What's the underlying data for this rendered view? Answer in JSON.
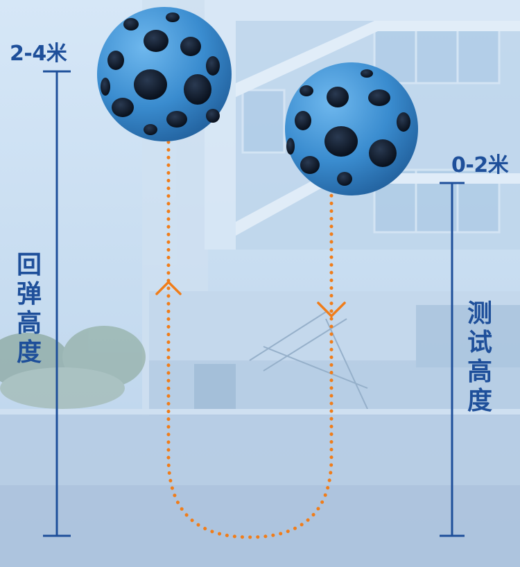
{
  "left_scale": {
    "height_label": "2-4米",
    "vertical_label": [
      "回",
      "弹",
      "高",
      "度"
    ]
  },
  "right_scale": {
    "height_label": "0-2米",
    "vertical_label": [
      "测",
      "试",
      "高",
      "度"
    ]
  },
  "colors": {
    "scale": "#1e4f9a",
    "path": "#f07d1a",
    "ball": "#3c8fd0",
    "crater": "#0c1a2c"
  },
  "balls": [
    {
      "name": "bounced-ball",
      "color": "blue"
    },
    {
      "name": "dropped-ball",
      "color": "blue"
    }
  ]
}
